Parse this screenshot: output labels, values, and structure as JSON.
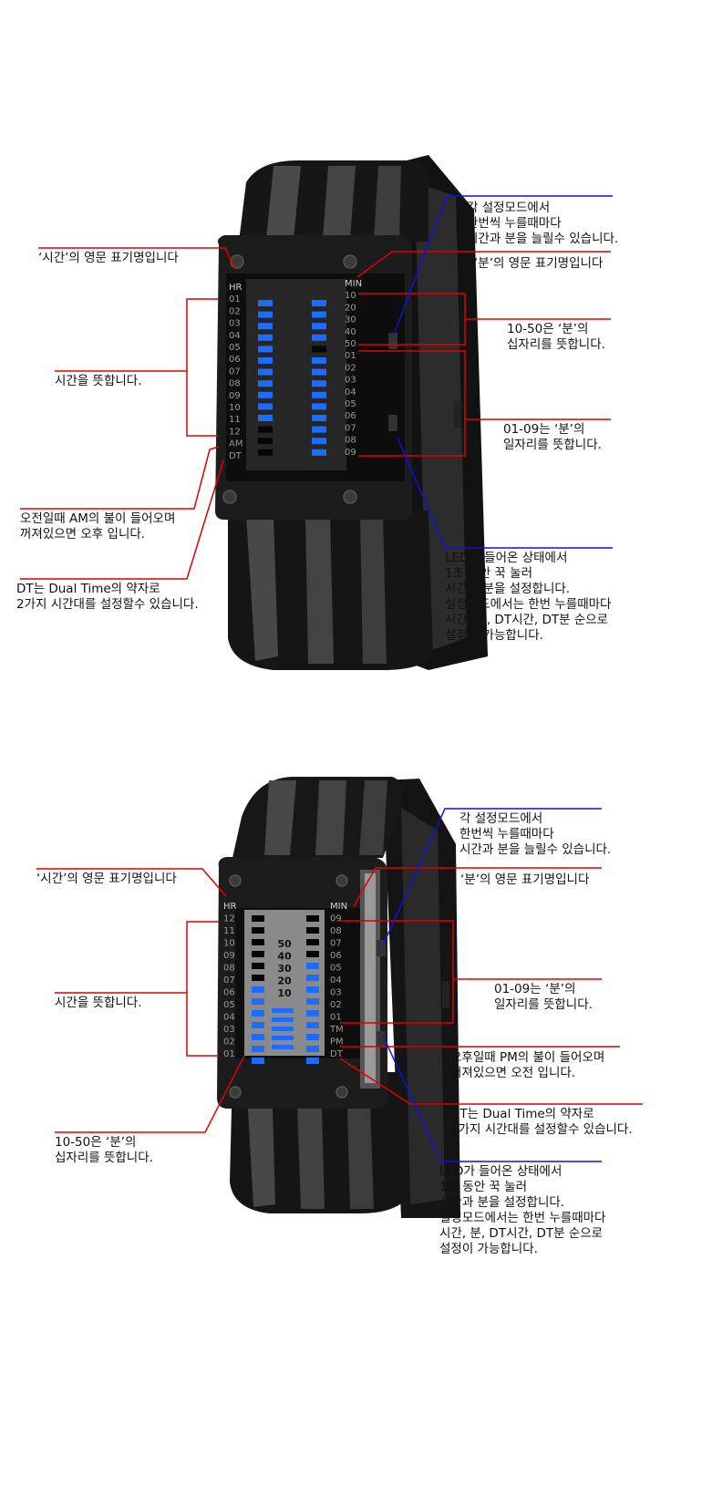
{
  "colors": {
    "led": "#1e6bff",
    "red_line": "#e00000",
    "blue_line": "#1010e0",
    "case": "#1a1a1a",
    "steel": "#3a3a3a"
  },
  "panel1": {
    "annotations": {
      "hr_name": "‘시간’의 영문 표기명입니다",
      "hours": "시간을 뜻합니다.",
      "am": "오전일때 AM의 불이 들어오며\n꺼져있으면 오후 입니다.",
      "dt": "DT는 Dual Time의 약자로\n2가지 시간대를 설정할수 있습니다.",
      "set_mode": "각 설정모드에서\n한번씩 누를때마다\n시간과 분을 늘릴수 있습니다.",
      "min_name": "‘분’의 영문 표기명입니다",
      "tens": "10-50은 ‘분’의\n십자리를 뜻합니다.",
      "ones": "01-09는 ‘분’의\n일자리를 뜻합니다.",
      "led_hold": "LED가 들어온 상태에서\n1초 동안 꾹 눌러\n시간과 분을 설정합니다.\n설정모드에서는 한번 누를때마다\n시간, 분, DT시간, DT분 순으로\n설정이 가능합니다."
    },
    "left_scale": [
      "HR",
      "01",
      "02",
      "03",
      "04",
      "05",
      "06",
      "07",
      "08",
      "09",
      "10",
      "11",
      "12",
      "AM",
      "DT"
    ],
    "right_scale": [
      "MIN",
      "10",
      "20",
      "30",
      "40",
      "50",
      "01",
      "02",
      "03",
      "04",
      "05",
      "06",
      "07",
      "08",
      "09"
    ]
  },
  "panel2": {
    "annotations": {
      "hr_name": "‘시간’의 영문 표기명입니다",
      "hours": "시간을 뜻합니다.",
      "tens": "10-50은 ‘분’의\n십자리를 뜻합니다.",
      "set_mode": "각 설정모드에서\n한번씩 누를때마다\n시간과 분을 늘릴수 있습니다.",
      "min_name": "‘분’의 영문 표기명입니다",
      "ones": "01-09는 ‘분’의\n일자리를 뜻합니다.",
      "pm": "오후일때 PM의 불이 들어오며\n꺼져있으면 오전 입니다.",
      "dt": "DT는 Dual Time의 약자로\n2가지 시간대를 설정할수 있습니다.",
      "led_hold": "LED가 들어온 상태에서\n1초 동안 꾹 눌러\n시간과 분을 설정합니다.\n설정모드에서는 한번 누를때마다\n시간, 분, DT시간, DT분 순으로\n설정이 가능합니다."
    },
    "left_scale": [
      "HR",
      "12",
      "11",
      "10",
      "09",
      "08",
      "07",
      "06",
      "05",
      "04",
      "03",
      "02",
      "01"
    ],
    "right_scale": [
      "MIN",
      "09",
      "08",
      "07",
      "06",
      "05",
      "04",
      "03",
      "02",
      "01",
      "TM",
      "PM",
      "DT"
    ],
    "center_scale": [
      "50",
      "40",
      "30",
      "20",
      "10"
    ]
  }
}
